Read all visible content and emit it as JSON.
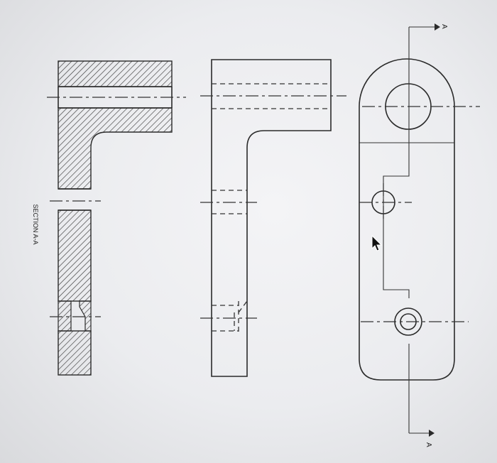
{
  "drawing": {
    "section_title": "SECTION A-A",
    "cutting_plane_top_label": "A",
    "cutting_plane_bottom_label": "A"
  },
  "colors": {
    "line": "#2a2a2a",
    "paper": "#eceef1"
  }
}
